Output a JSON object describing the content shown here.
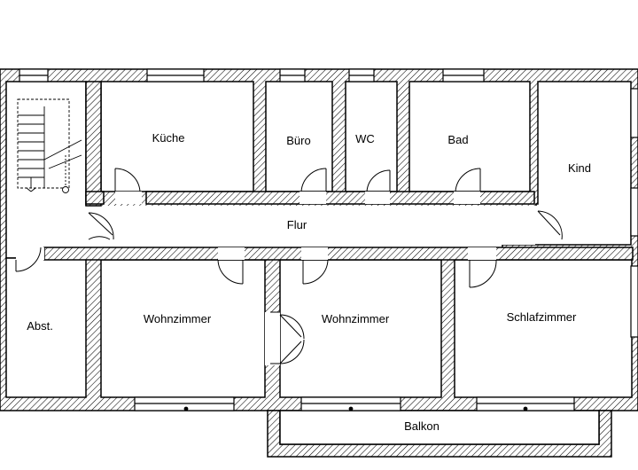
{
  "rooms": {
    "kueche": "Küche",
    "buero": "Büro",
    "wc": "WC",
    "bad": "Bad",
    "kind": "Kind",
    "flur": "Flur",
    "abst": "Abst.",
    "wohnzimmer_1": "Wohnzimmer",
    "wohnzimmer_2": "Wohnzimmer",
    "schlafzimmer": "Schlafzimmer",
    "balkon": "Balkon"
  },
  "colors": {
    "wall_line": "#000000",
    "hatch": "#000000",
    "background": "#ffffff"
  }
}
